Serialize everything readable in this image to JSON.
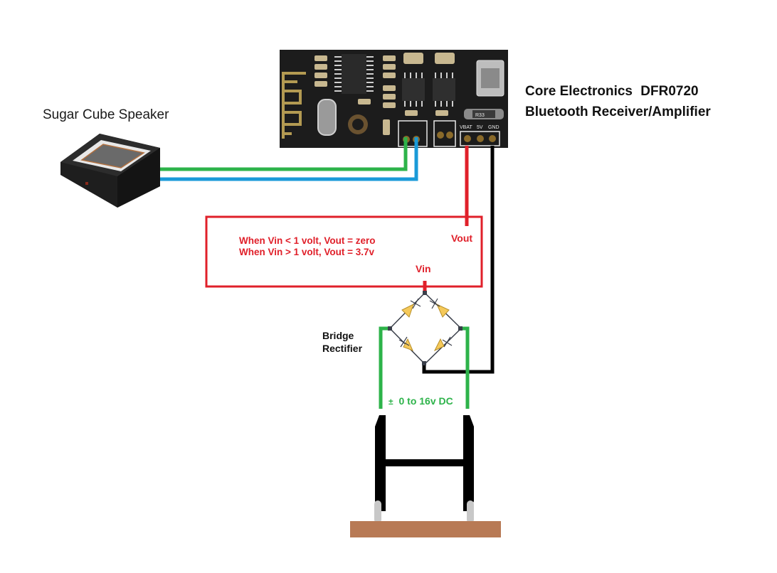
{
  "board": {
    "brand": "Core Electronics",
    "model": "DFR0720",
    "description": "Bluetooth Receiver/Amplifier",
    "pin_labels": [
      "VBAT",
      "5V",
      "GND"
    ],
    "chip_label": "R33"
  },
  "speaker": {
    "label": "Sugar Cube Speaker"
  },
  "regulator_box": {
    "note_line1": "When Vin < 1 volt, Vout = zero",
    "note_line2": "When Vin > 1 volt, Vout = 3.7v",
    "vout_label": "Vout",
    "vin_label": "Vin"
  },
  "bridge": {
    "label_line1": "Bridge",
    "label_line2": "Rectifier"
  },
  "supply": {
    "plusminus": "±",
    "label": "0 to 16v DC"
  },
  "colors": {
    "wire_green": "#2db34a",
    "wire_blue": "#1a9ad8",
    "wire_red": "#e0202a",
    "wire_black": "#000000",
    "pcb": "#1c1c1c",
    "diode_fill": "#f5c95a",
    "track": "#b87a55",
    "rail": "#c8c8c8"
  }
}
